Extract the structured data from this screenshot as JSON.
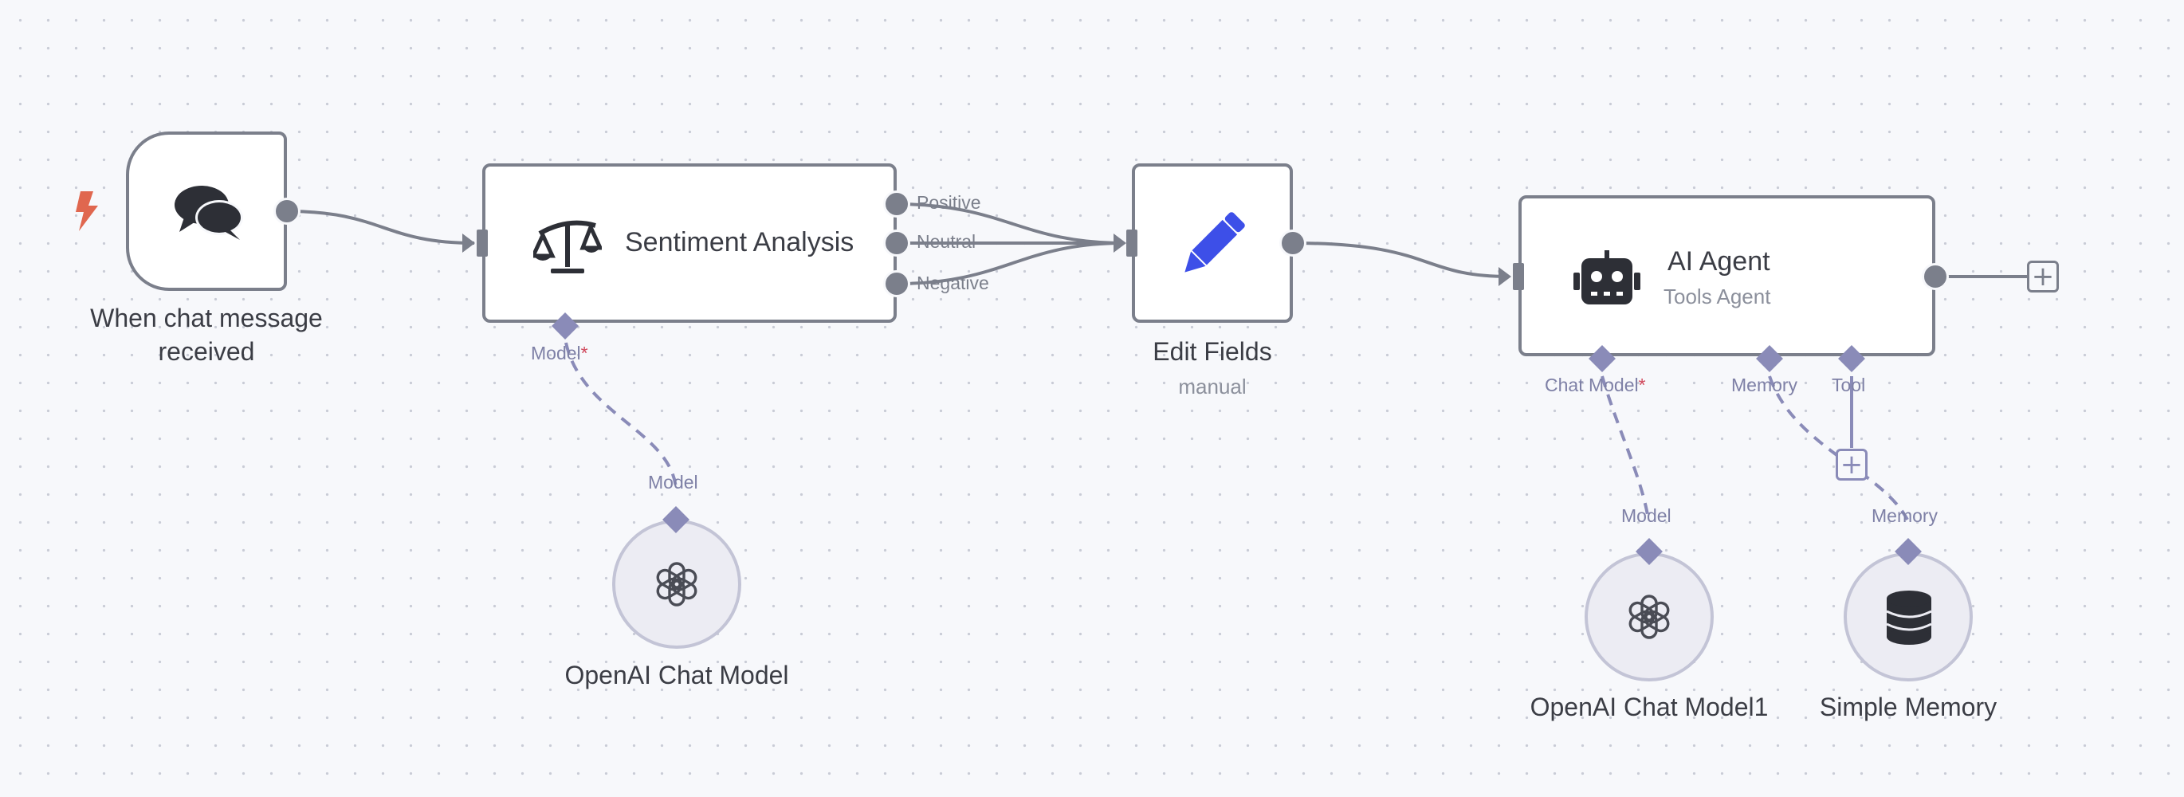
{
  "canvas": {
    "nodes": {
      "chat_trigger": {
        "title": "When chat message received",
        "icon": "chat-bubbles-icon"
      },
      "sentiment": {
        "title": "Sentiment Analysis",
        "icon": "scales-icon",
        "outputs": [
          "Positive",
          "Neutral",
          "Negative"
        ],
        "model_label": "Model",
        "required_mark": "*"
      },
      "edit_fields": {
        "title": "Edit Fields",
        "subtitle": "manual",
        "icon": "pencil-icon"
      },
      "ai_agent": {
        "title": "AI Agent",
        "subtitle": "Tools Agent",
        "icon": "robot-icon",
        "chat_model_label": "Chat Model",
        "required_mark": "*",
        "memory_label": "Memory",
        "tool_label": "Tool"
      },
      "openai_model": {
        "title": "OpenAI Chat Model",
        "conn_label": "Model",
        "icon": "openai-icon"
      },
      "openai_model1": {
        "title": "OpenAI Chat Model1",
        "conn_label": "Model",
        "icon": "openai-icon"
      },
      "simple_memory": {
        "title": "Simple Memory",
        "conn_label": "Memory",
        "icon": "database-icon"
      }
    },
    "add_button_symbol": "+",
    "colors": {
      "background": "#f7f8fb",
      "node_border": "#7b7f8b",
      "sub_node_fill": "#ececf3",
      "ai_connection": "#8a8bb8",
      "trigger_bolt": "#e0674f",
      "pencil": "#3d4fe8",
      "required": "#d0475a"
    }
  }
}
